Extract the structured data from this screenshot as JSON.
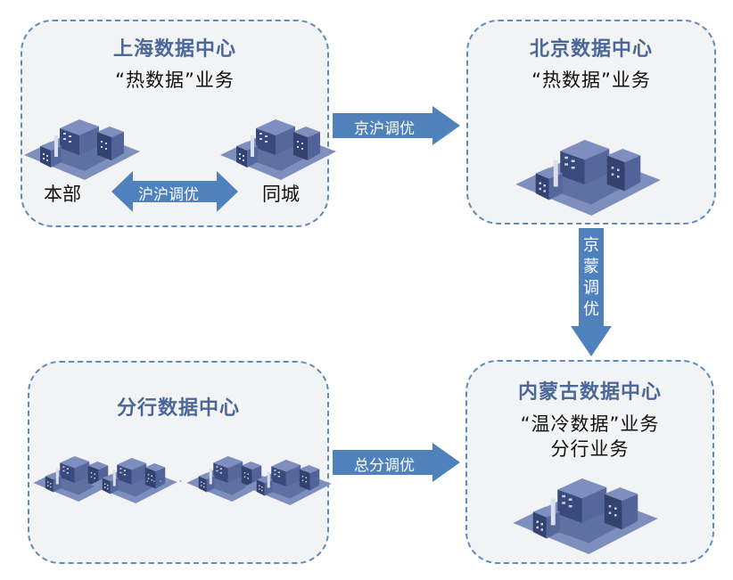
{
  "colors": {
    "box_fill": "#f2f3f5",
    "box_border": "#5f8bba",
    "title": "#4a6798",
    "arrow": "#4f81bd",
    "building_dark": "#2f3d6b",
    "building_mid": "#56679a",
    "building_light": "#8c9cc6"
  },
  "centers": {
    "shanghai": {
      "title": "上海数据中心",
      "subtitle": "“热数据”业务",
      "sites": [
        "本部",
        "同城"
      ],
      "link_label": "沪沪调优",
      "icon": "building-cluster-icon"
    },
    "beijing": {
      "title": "北京数据中心",
      "subtitle": "“热数据”业务",
      "icon": "building-cluster-icon"
    },
    "branch": {
      "title": "分行数据中心",
      "ellipsis": "······",
      "icon": "building-cluster-icon"
    },
    "inner_mongolia": {
      "title": "内蒙古数据中心",
      "subtitle_lines": [
        "“温冷数据”业务",
        "分行业务"
      ],
      "icon": "building-cluster-icon"
    }
  },
  "flows": {
    "jing_hu": {
      "label": "京沪调优",
      "direction": "right"
    },
    "jing_meng": {
      "label": [
        "京",
        "蒙",
        "调",
        "优"
      ],
      "direction": "down"
    },
    "zong_fen": {
      "label": "总分调优",
      "direction": "right"
    }
  }
}
